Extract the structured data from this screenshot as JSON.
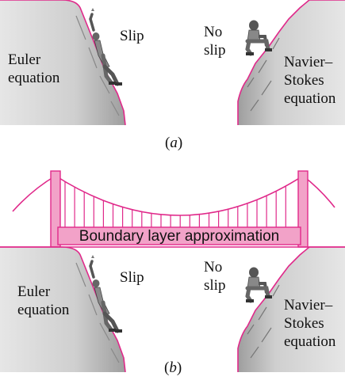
{
  "panel_a": {
    "left_label_line1": "Euler",
    "left_label_line2": "equation",
    "slip_label": "Slip",
    "no_slip_line1": "No",
    "no_slip_line2": "slip",
    "right_label_line1": "Navier–",
    "right_label_line2": "Stokes",
    "right_label_line3": "equation",
    "caption_letter": "a"
  },
  "panel_b": {
    "bridge_label": "Boundary layer approximation",
    "left_label_line1": "Euler",
    "left_label_line2": "equation",
    "slip_label": "Slip",
    "no_slip_line1": "No",
    "no_slip_line2": "slip",
    "right_label_line1": "Navier–",
    "right_label_line2": "Stokes",
    "right_label_line3": "equation",
    "caption_letter": "b"
  },
  "colors": {
    "magenta": "#e0298a",
    "bridge_fill": "#f2a2c8",
    "rock_light": "#dcdcdc",
    "rock_dark": "#9a9a9a"
  }
}
